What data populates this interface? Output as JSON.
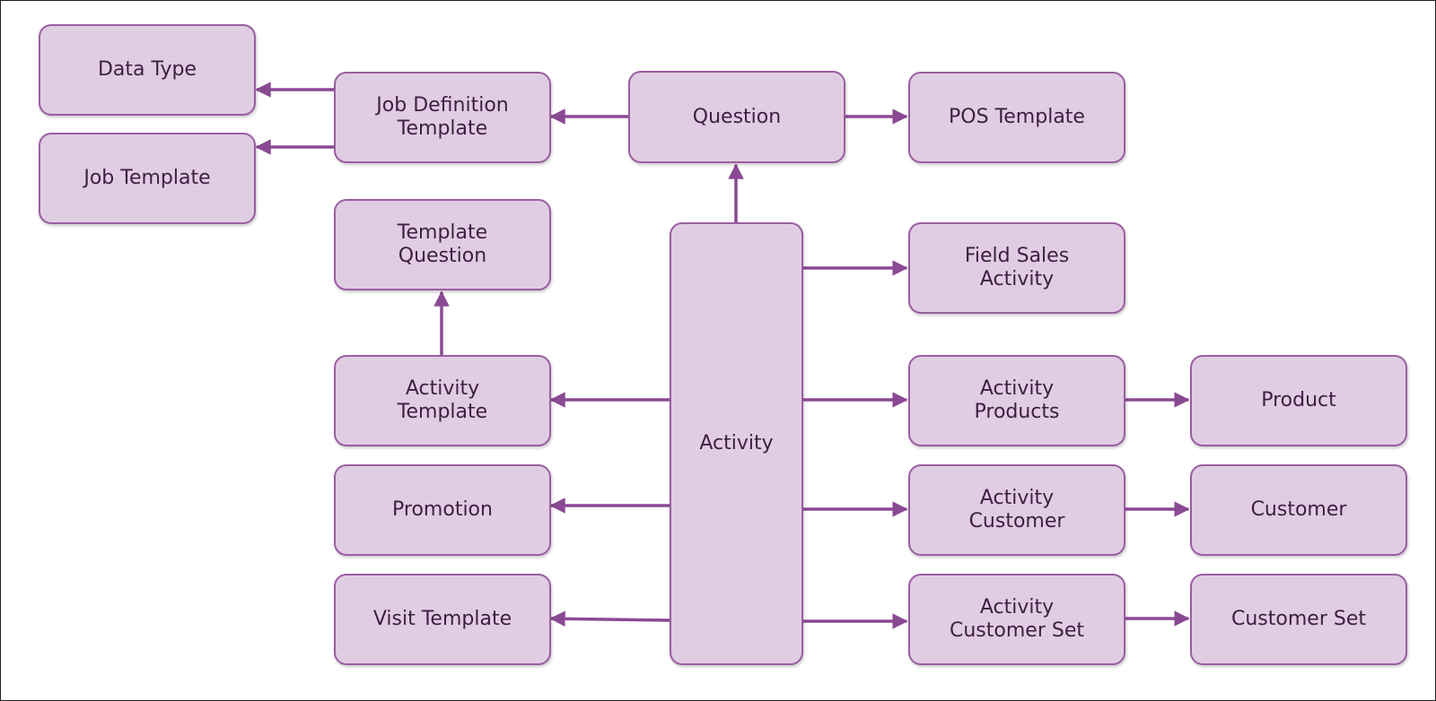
{
  "colors": {
    "box_fill": "#e1cde3",
    "box_border": "#9a5ea2",
    "arrow": "#8a4a93",
    "text": "#3d1f42"
  },
  "nodes": {
    "data_type": "Data Type",
    "job_template": "Job Template",
    "job_definition_template": "Job Definition\nTemplate",
    "question": "Question",
    "pos_template": "POS Template",
    "template_question": "Template\nQuestion",
    "activity": "Activity",
    "field_sales_activity": "Field Sales\nActivity",
    "activity_template": "Activity\nTemplate",
    "activity_products": "Activity\nProducts",
    "product": "Product",
    "promotion": "Promotion",
    "activity_customer": "Activity\nCustomer",
    "customer": "Customer",
    "visit_template": "Visit Template",
    "activity_customer_set": "Activity\nCustomer Set",
    "customer_set": "Customer Set"
  },
  "edges": [
    {
      "from": "job_definition_template",
      "to": "data_type"
    },
    {
      "from": "job_definition_template",
      "to": "job_template"
    },
    {
      "from": "question",
      "to": "job_definition_template"
    },
    {
      "from": "question",
      "to": "pos_template"
    },
    {
      "from": "activity",
      "to": "question"
    },
    {
      "from": "activity_template",
      "to": "template_question"
    },
    {
      "from": "activity",
      "to": "field_sales_activity"
    },
    {
      "from": "activity",
      "to": "activity_template"
    },
    {
      "from": "activity",
      "to": "activity_products"
    },
    {
      "from": "activity_products",
      "to": "product"
    },
    {
      "from": "activity",
      "to": "promotion"
    },
    {
      "from": "activity",
      "to": "activity_customer"
    },
    {
      "from": "activity_customer",
      "to": "customer"
    },
    {
      "from": "activity",
      "to": "visit_template"
    },
    {
      "from": "activity",
      "to": "activity_customer_set"
    },
    {
      "from": "activity_customer_set",
      "to": "customer_set"
    }
  ]
}
